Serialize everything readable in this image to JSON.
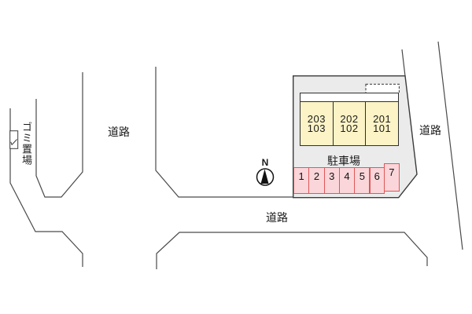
{
  "roads": {
    "left_label": "道路",
    "right_label": "道路",
    "bottom_label": "道路"
  },
  "garbage": {
    "label": "ゴミ置場"
  },
  "compass": {
    "north_label": "N"
  },
  "building": {
    "units": [
      {
        "upper": "203",
        "lower": "103"
      },
      {
        "upper": "202",
        "lower": "102"
      },
      {
        "upper": "201",
        "lower": "101"
      }
    ]
  },
  "parking": {
    "label": "駐車場",
    "spaces": [
      "1",
      "2",
      "3",
      "4",
      "5",
      "6",
      "7"
    ]
  },
  "colors": {
    "background": "#ffffff",
    "parcel_fill": "#ebebeb",
    "outline": "#3a3a3a",
    "road_line": "#4a4a4a",
    "building_unit_fill": "#fcf3c6",
    "parking_space_fill": "#fad6da",
    "parking_space_border": "#df5757",
    "text": "#1a1a1a"
  }
}
